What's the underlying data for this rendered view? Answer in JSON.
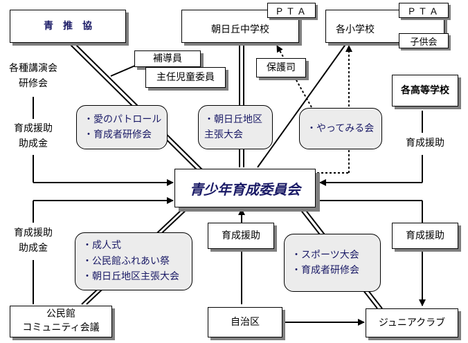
{
  "center": "青少年育成委員会",
  "seisuikyo": "青　推　協",
  "asahigaoka_jhs": "朝日丘中学校",
  "jhs_pta": "ＰＴＡ",
  "elementary": "各小学校",
  "es_pta": "ＰＴＡ",
  "kodomokai": "子供会",
  "hodoin": "補導員",
  "shunin_jido": "主任児童委員",
  "hogoshi": "保護司",
  "koza": [
    "各種講演会",
    "研修会"
  ],
  "joseikin_top": [
    "育成援助",
    "助成金"
  ],
  "left_top_events": [
    "・愛のパトロール",
    "・育成者研修会"
  ],
  "asahi_district": [
    "・朝日丘地区",
    "主張大会"
  ],
  "yattemiru": "・やってみる会",
  "high_schools": "各高等学校",
  "high_support": "育成援助",
  "joseikin_bottom": [
    "育成援助",
    "助成金"
  ],
  "left_bottom_events": [
    "・成人式",
    "・公民館ふれあい祭",
    "・朝日丘地区主張大会"
  ],
  "jichiku_support": "育成援助",
  "sports_events": [
    "・スポーツ大会",
    "・育成者研修会"
  ],
  "junior_support": "育成援助",
  "kominkan": [
    "公民館",
    "コミュニティ会議"
  ],
  "jichiku": "自治区",
  "junior_club": "ジュニアクラブ"
}
